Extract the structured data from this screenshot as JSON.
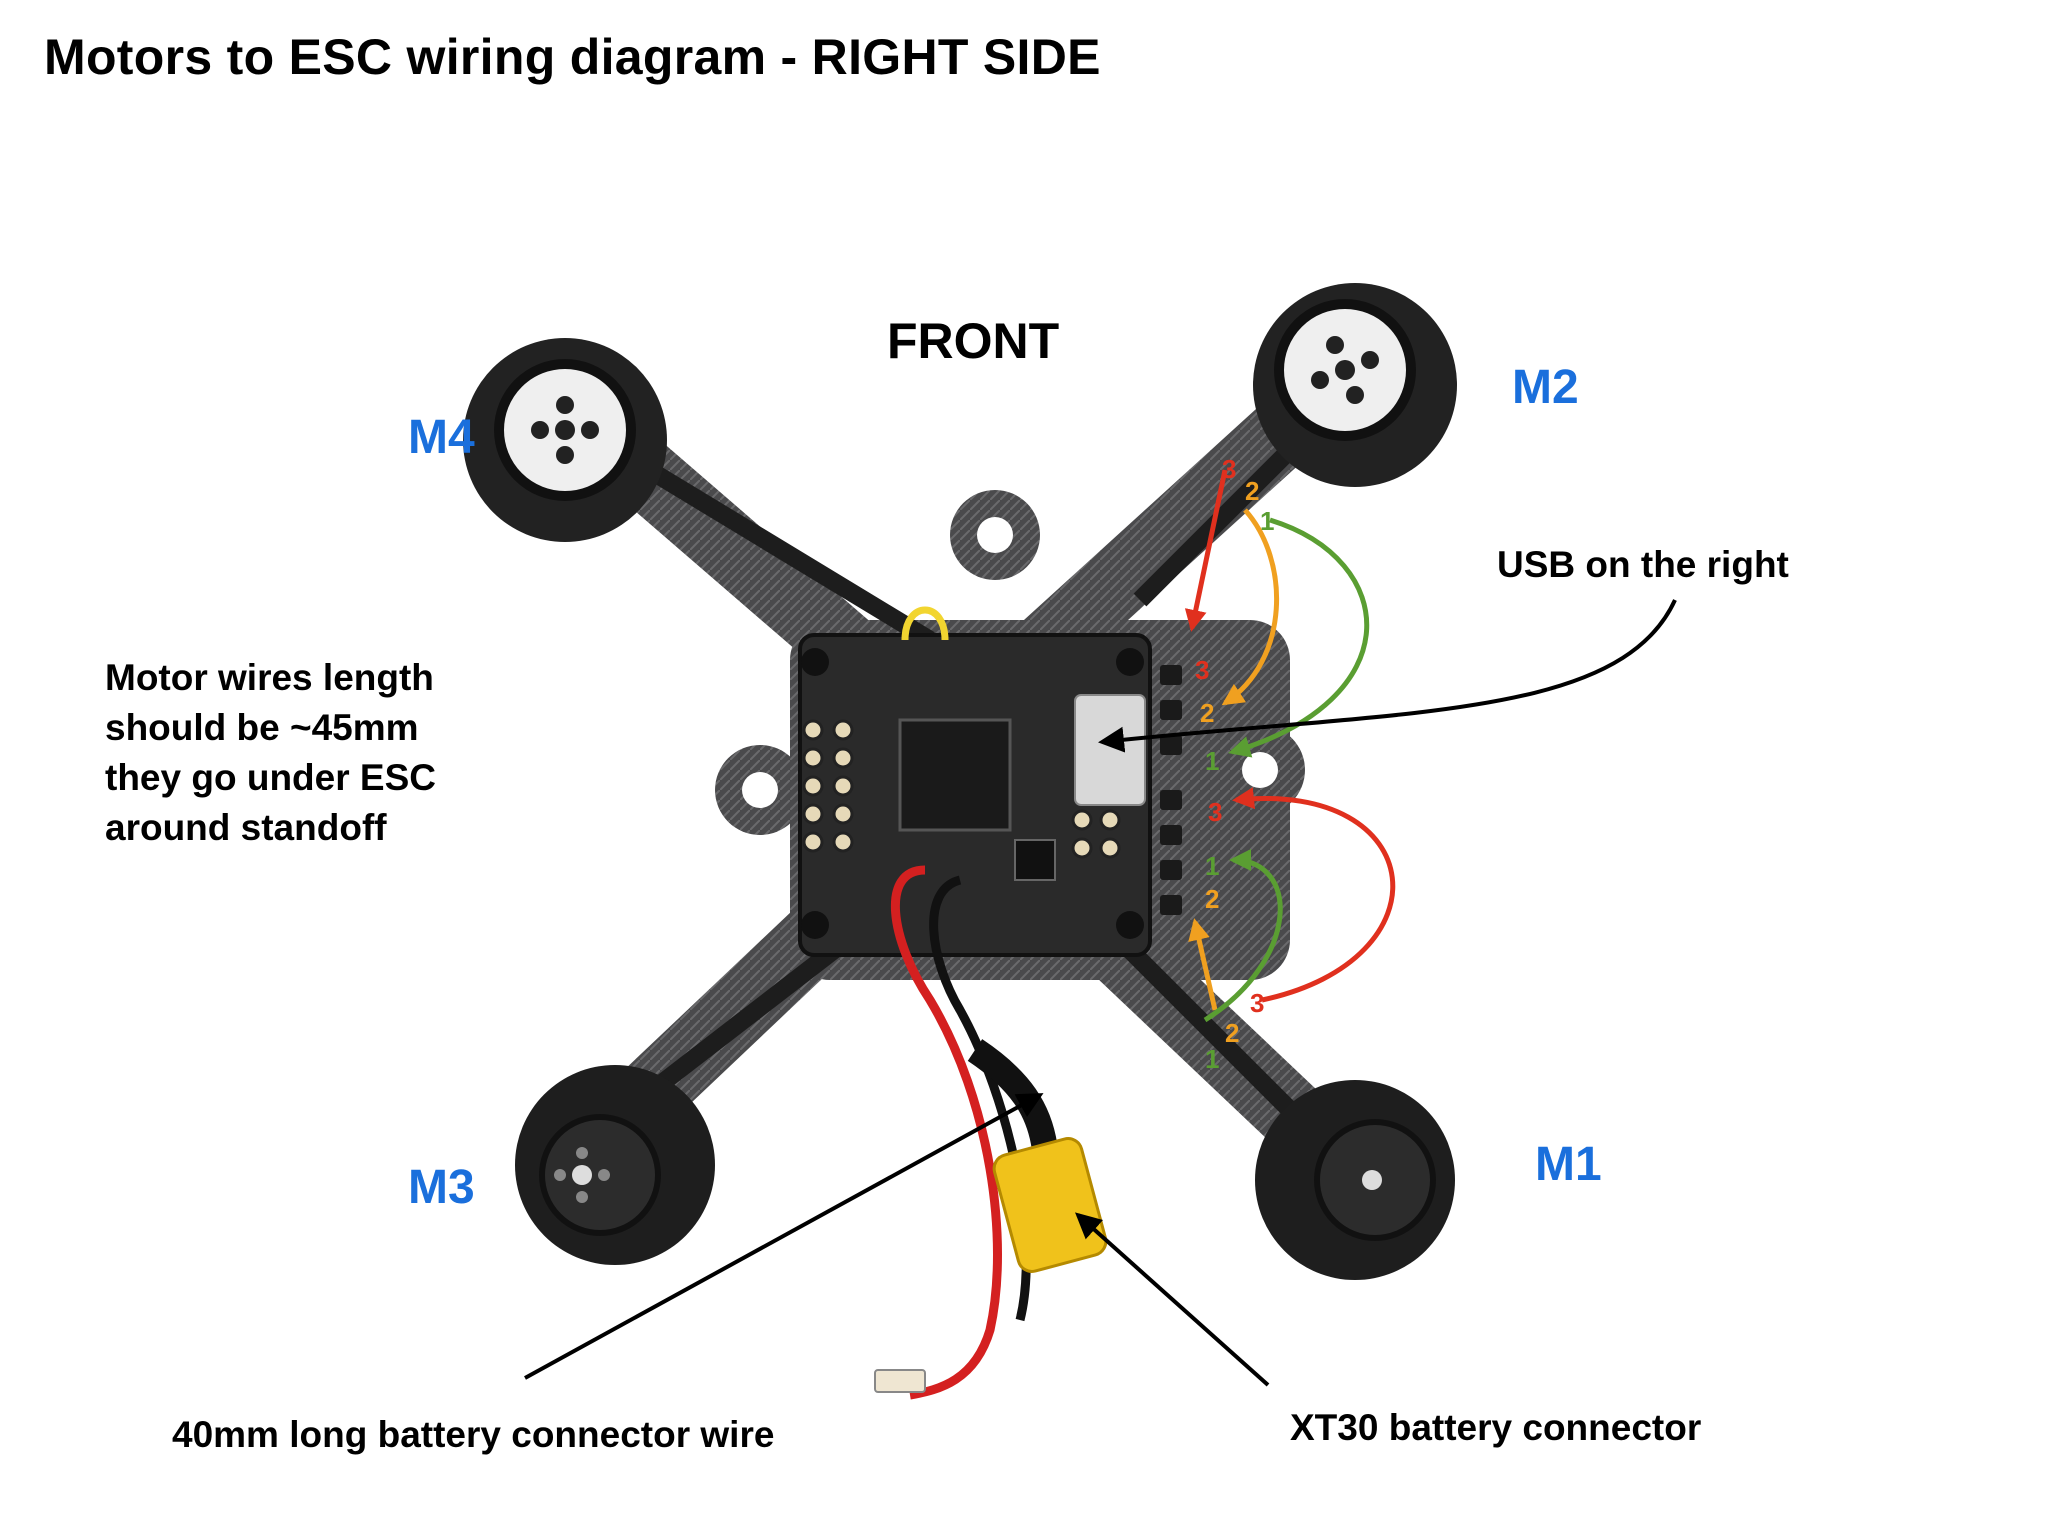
{
  "title": "Motors to ESC wiring diagram - RIGHT SIDE",
  "front_label": "FRONT",
  "motors": {
    "m1": "M1",
    "m2": "M2",
    "m3": "M3",
    "m4": "M4"
  },
  "annotations": {
    "usb": "USB on the right",
    "motor_wires": [
      "Motor wires length",
      "should be ~45mm",
      "they go under ESC",
      "around standoff"
    ],
    "battery_wire": "40mm long battery connector wire",
    "xt30": "XT30 battery connector"
  },
  "wire_numbers": {
    "m2_top": [
      "3",
      "2",
      "1"
    ],
    "esc_pads": [
      "3",
      "2",
      "1",
      "3",
      "1",
      "2"
    ],
    "m1_bottom": [
      "3",
      "2",
      "1"
    ]
  },
  "colors": {
    "motor_label": "#1a6fdc",
    "wire_3": "#e0301e",
    "wire_2": "#f0a020",
    "wire_1": "#5a9e32"
  }
}
